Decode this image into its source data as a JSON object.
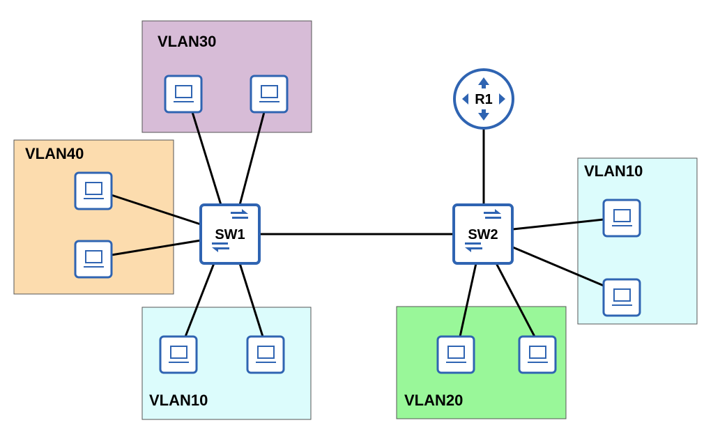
{
  "colors": {
    "vlan10": "#dcfcfc",
    "vlan20": "#99f799",
    "vlan30": "#d7bcd7",
    "vlan40": "#fcdcae",
    "device_blue": "#2f64b2",
    "link": "#000000"
  },
  "vlans": {
    "vlan30_top": "VLAN30",
    "vlan40_left": "VLAN40",
    "vlan10_sw1": "VLAN10",
    "vlan20_sw2": "VLAN20",
    "vlan10_sw2": "VLAN10"
  },
  "devices": {
    "sw1": {
      "label": "SW1",
      "icon": "switch-icon"
    },
    "sw2": {
      "label": "SW2",
      "icon": "switch-icon"
    },
    "r1": {
      "label": "R1",
      "icon": "router-icon"
    },
    "pc_icon": "pc-icon"
  }
}
